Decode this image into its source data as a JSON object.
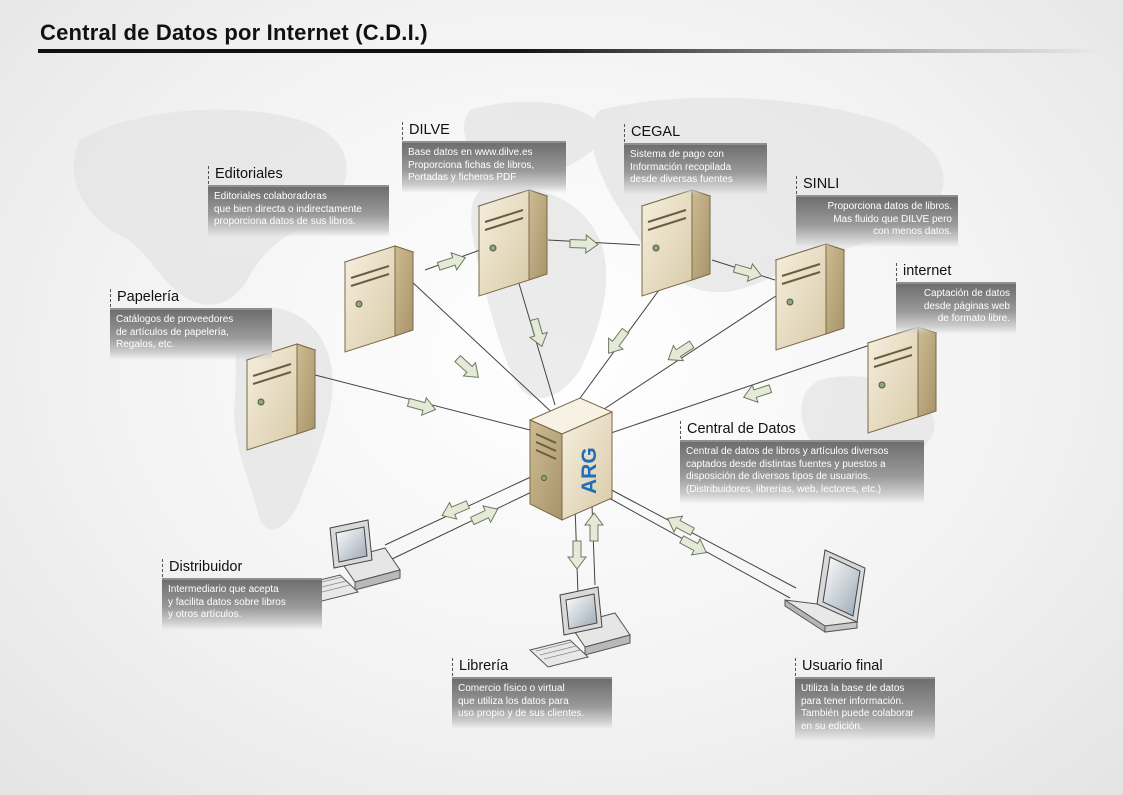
{
  "title": "Central de Datos por Internet (C.D.I.)",
  "server_label": "ARG",
  "nodes": {
    "dilve": {
      "title": "DILVE",
      "lines": [
        "Base datos en www.dilve.es",
        "Proporciona fichas de libros,",
        "Portadas y ficheros PDF"
      ]
    },
    "cegal": {
      "title": "CEGAL",
      "lines": [
        "Sistema de pago con",
        "Información recopilada",
        "desde diversas fuentes"
      ]
    },
    "editoriales": {
      "title": "Editoriales",
      "lines": [
        "Editoriales colaboradoras",
        "que bien directa o indirectamente",
        "proporciona datos de sus libros."
      ]
    },
    "sinli": {
      "title": "SINLI",
      "lines": [
        "Proporciona datos de libros.",
        "Mas fluido que DILVE pero",
        "con menos datos."
      ]
    },
    "internet": {
      "title": "internet",
      "lines": [
        "Captación de datos",
        "desde páginas web",
        "de formato libre."
      ]
    },
    "papeleria": {
      "title": "Papelería",
      "lines": [
        "Catálogos de proveedores",
        "de artículos de papelería,",
        "Regalos, etc."
      ]
    },
    "central": {
      "title": "Central de Datos",
      "lines": [
        "Central de datos de libros y artículos diversos",
        "captados desde distintas fuentes y puestos a",
        "disposición de diversos tipos de usuarios.",
        "(Distribuidores, librerías, web, lectores, etc.)"
      ]
    },
    "distribuidor": {
      "title": "Distribuidor",
      "lines": [
        "Intermediario que acepta",
        "y facilita datos sobre libros",
        "y otros artículos."
      ]
    },
    "libreria": {
      "title": "Librería",
      "lines": [
        "Comercio físico o virtual",
        "que utiliza los datos para",
        "uso propio y de sus clientes."
      ]
    },
    "usuario": {
      "title": "Usuario final",
      "lines": [
        "Utiliza la base de datos",
        "para tener información.",
        "También puede colaborar",
        "en su edición."
      ]
    }
  },
  "colors": {
    "box_top": "#6e6e6e",
    "server_light": "#f2ead8",
    "server_mid": "#d8c9a6",
    "server_dark": "#b9a67c",
    "label_blue": "#1f6fb8",
    "arrow_fill": "#e4e9d8"
  }
}
